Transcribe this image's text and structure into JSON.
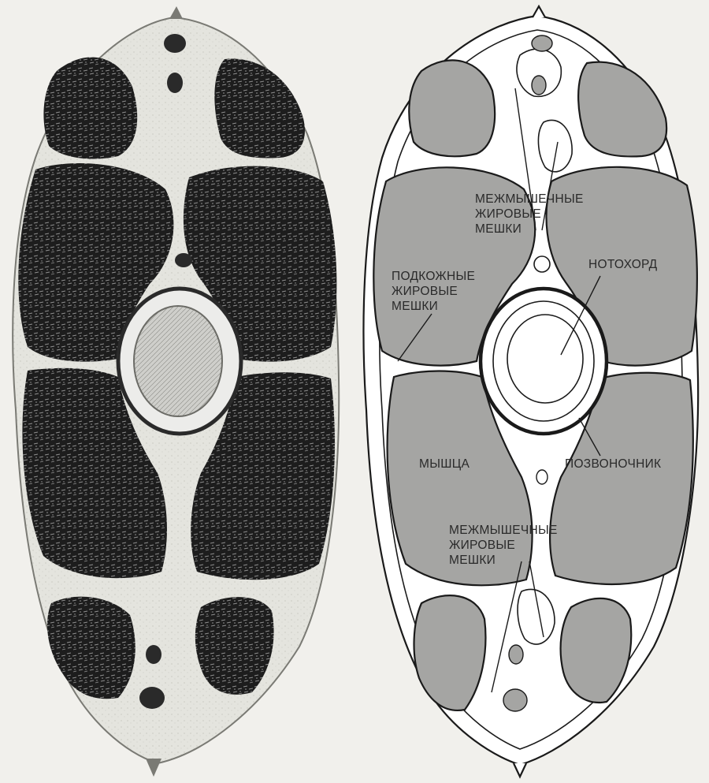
{
  "labels": {
    "intermuscular_top": [
      "МЕЖМЫШЕЧНЫЕ",
      "ЖИРОВЫЕ",
      "МЕШКИ"
    ],
    "subcutaneous": [
      "ПОДКОЖНЫЕ",
      "ЖИРОВЫЕ",
      "МЕШКИ"
    ],
    "notochord": "НОТОХОРД",
    "muscle": "МЫШЦА",
    "spine": "ПОЗВОНОЧНИК",
    "intermuscular_bottom": [
      "МЕЖМЫШЕЧНЫЕ",
      "ЖИРОВЫЕ",
      "МЕШКИ"
    ]
  },
  "colors": {
    "background": "#f1f0ec",
    "micro_tissue": "#1c1c1c",
    "micro_fat": "#e6e6e0",
    "diagram_muscle": "#a5a5a3",
    "diagram_outline": "#1a1a1a",
    "diagram_fill": "#ffffff"
  }
}
